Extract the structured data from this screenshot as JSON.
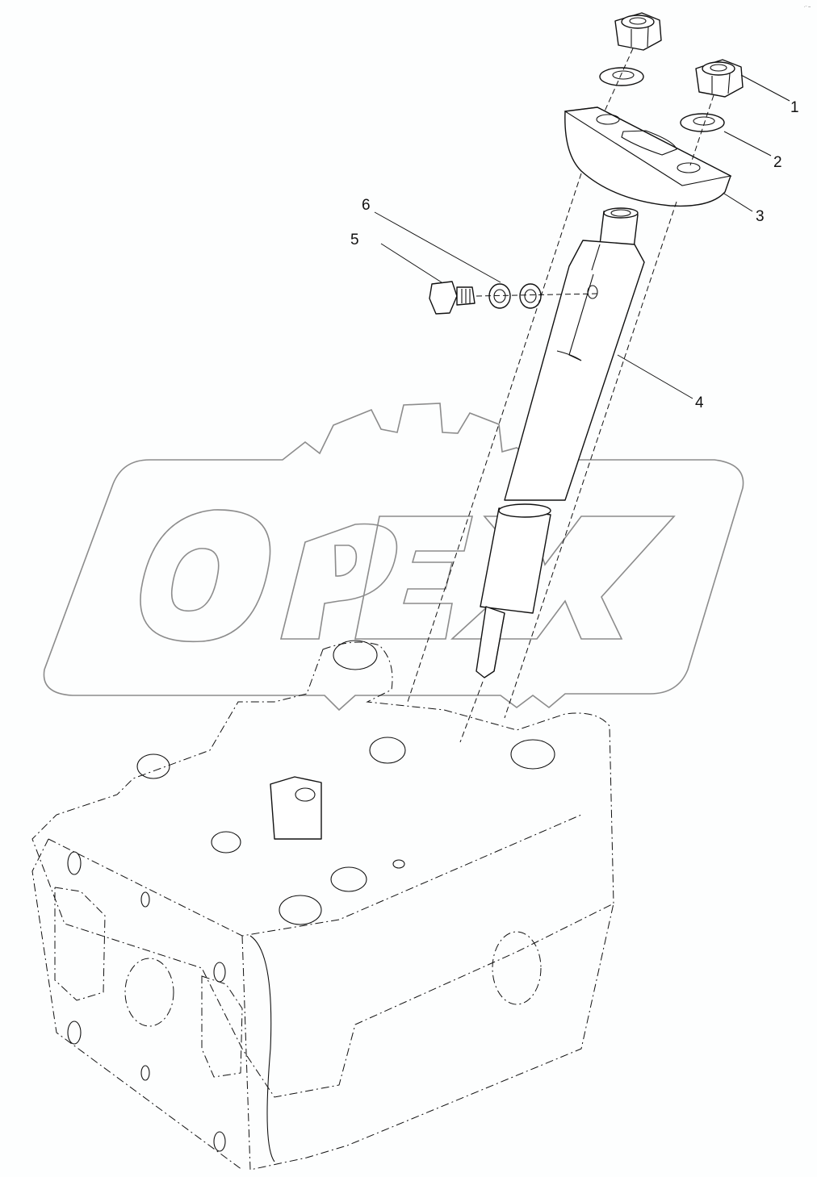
{
  "diagram": {
    "type": "exploded-parts-view",
    "subject": "fuel injector assembly on cylinder head",
    "watermark": {
      "text": "OPEX",
      "outline_color": "#8c8c8c"
    },
    "colors": {
      "background": "#fdfefe",
      "line": "#111111"
    },
    "corner_mark": "·⁻ –",
    "callouts": [
      {
        "number": "1",
        "part": "hex nut"
      },
      {
        "number": "2",
        "part": "washer"
      },
      {
        "number": "3",
        "part": "injector clamp"
      },
      {
        "number": "4",
        "part": "fuel injector"
      },
      {
        "number": "5",
        "part": "banjo bolt"
      },
      {
        "number": "6",
        "part": "sealing washer"
      }
    ]
  }
}
